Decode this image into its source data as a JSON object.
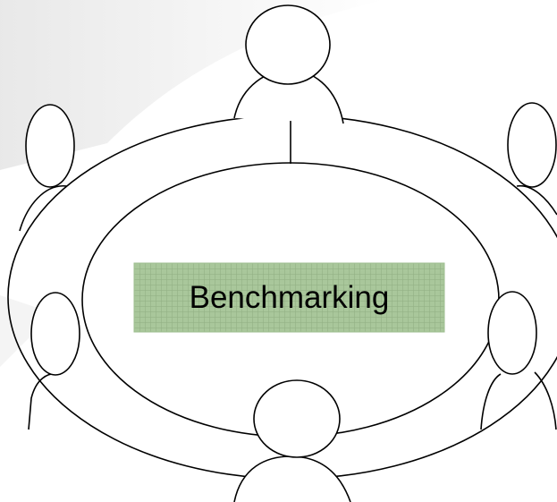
{
  "diagram": {
    "center_label": "Benchmarking",
    "center_box_color": "#a9c79b",
    "grid_line_color": "#8fae82",
    "stroke_color": "#000000",
    "background_swoosh_color": "#eeeeee",
    "figures": [
      "person-top",
      "person-top-left",
      "person-top-right",
      "person-bottom-left",
      "person-bottom-right",
      "person-bottom"
    ]
  }
}
